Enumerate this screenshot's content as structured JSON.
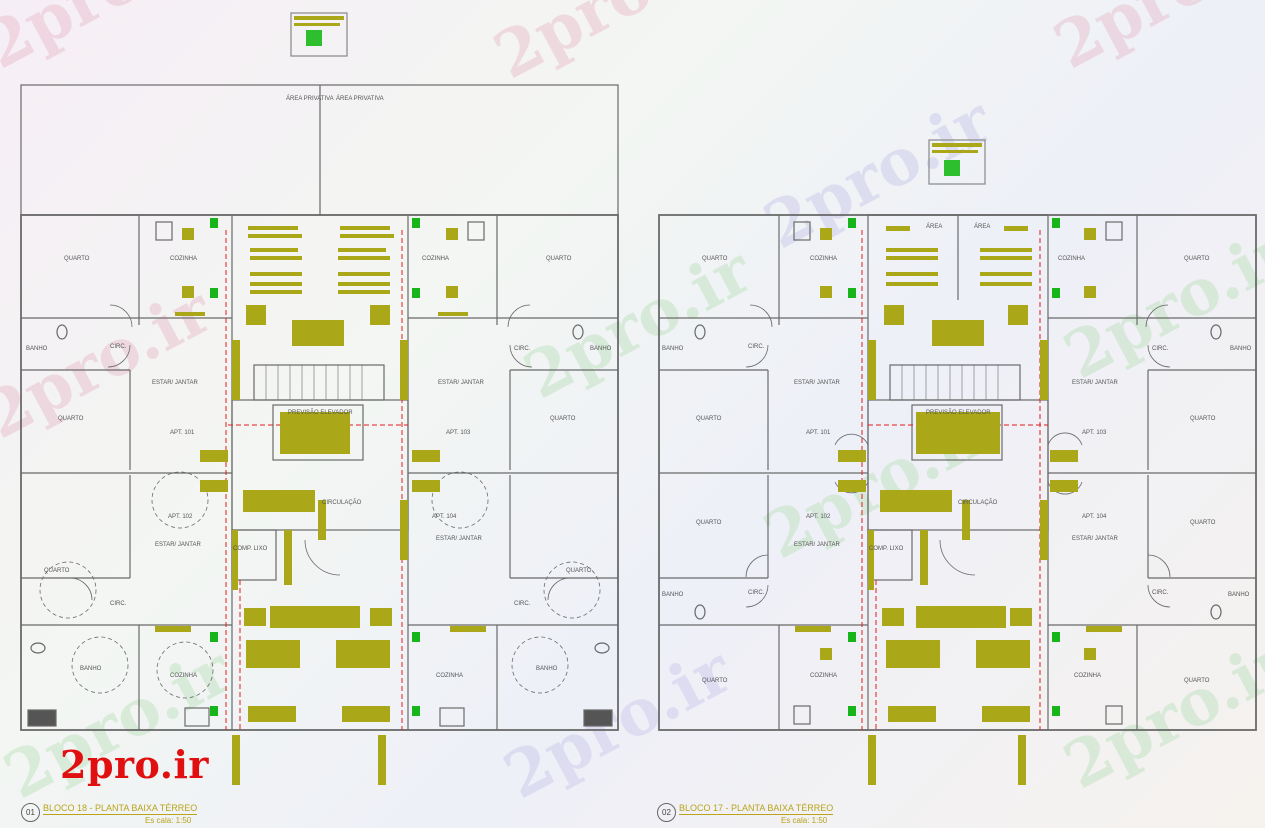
{
  "watermark_text": "2pro.ir",
  "brand": {
    "text": "2pro.ir",
    "color": "#e01010"
  },
  "colors": {
    "wall": "#6a6a6a",
    "annotation": "#aaa818",
    "fixture": "#17b51a",
    "pipe": "#e01e1e",
    "grid": "#d04060"
  },
  "plans": [
    {
      "number": "01",
      "title": "BLOCO 18 - PLANTA BAIXA TÉRREO",
      "scale": "Es cala: 1:50",
      "labels": {
        "area_privativa_1": "ÁREA PRIVATIVA",
        "area_privativa_2": "ÁREA PRIVATIVA",
        "quarto_tl": "QUARTO",
        "cozinha_tl": "COZINHA",
        "cozinha_tr": "COZINHA",
        "quarto_tr": "QUARTO",
        "banho_l": "BANHO",
        "circ_l": "CIRC.",
        "circ_r": "CIRC.",
        "banho_r": "BANHO",
        "estar_101": "ESTAR/ JANTAR",
        "apt_101": "APT. 101",
        "estar_103": "ESTAR/ JANTAR",
        "apt_103": "APT. 103",
        "quarto_ml": "QUARTO",
        "quarto_mr": "QUARTO",
        "prev_elev": "PREVISÃO ELEVADOR",
        "circulacao": "CIRCULAÇÃO",
        "apt_102": "APT. 102",
        "estar_102": "ESTAR/ JANTAR",
        "apt_104": "APT. 104",
        "estar_104": "ESTAR/ JANTAR",
        "lixo": "COMP. LIXO",
        "quarto_bl": "QUARTO",
        "circ_bl": "CIRC.",
        "circ_br": "CIRC.",
        "quarto_br": "QUARTO",
        "banho_bl": "BANHO",
        "cozinha_bl": "COZINHA",
        "cozinha_br": "COZINHA",
        "banho_br": "BANHO"
      }
    },
    {
      "number": "02",
      "title": "BLOCO 17 - PLANTA BAIXA TÉRREO",
      "scale": "Es cala: 1:50",
      "labels": {
        "area_1": "ÁREA",
        "area_2": "ÁREA",
        "quarto_tl": "QUARTO",
        "cozinha_tl": "COZINHA",
        "cozinha_tr": "COZINHA",
        "quarto_tr": "QUARTO",
        "banho_l": "BANHO",
        "circ_l": "CIRC.",
        "circ_r": "CIRC.",
        "banho_r": "BANHO",
        "estar_101": "ESTAR/ JANTAR",
        "apt_101": "APT. 101",
        "estar_103": "ESTAR/ JANTAR",
        "apt_103": "APT. 103",
        "quarto_ml": "QUARTO",
        "quarto_mr": "QUARTO",
        "prev_elev": "PREVISÃO ELEVADOR",
        "circulacao": "CIRCULAÇÃO",
        "apt_102": "APT. 102",
        "estar_102": "ESTAR/ JANTAR",
        "apt_104": "APT. 104",
        "estar_104": "ESTAR/ JANTAR",
        "lixo": "COMP. LIXO",
        "quarto_bl": "QUARTO",
        "quarto_br": "QUARTO",
        "banho_bl": "BANHO",
        "circ_bl": "CIRC.",
        "circ_br": "CIRC.",
        "banho_br": "BANHO",
        "quarto_bl2": "QUARTO",
        "cozinha_bl": "COZINHA",
        "cozinha_br": "COZINHA",
        "quarto_br2": "QUARTO"
      }
    }
  ]
}
